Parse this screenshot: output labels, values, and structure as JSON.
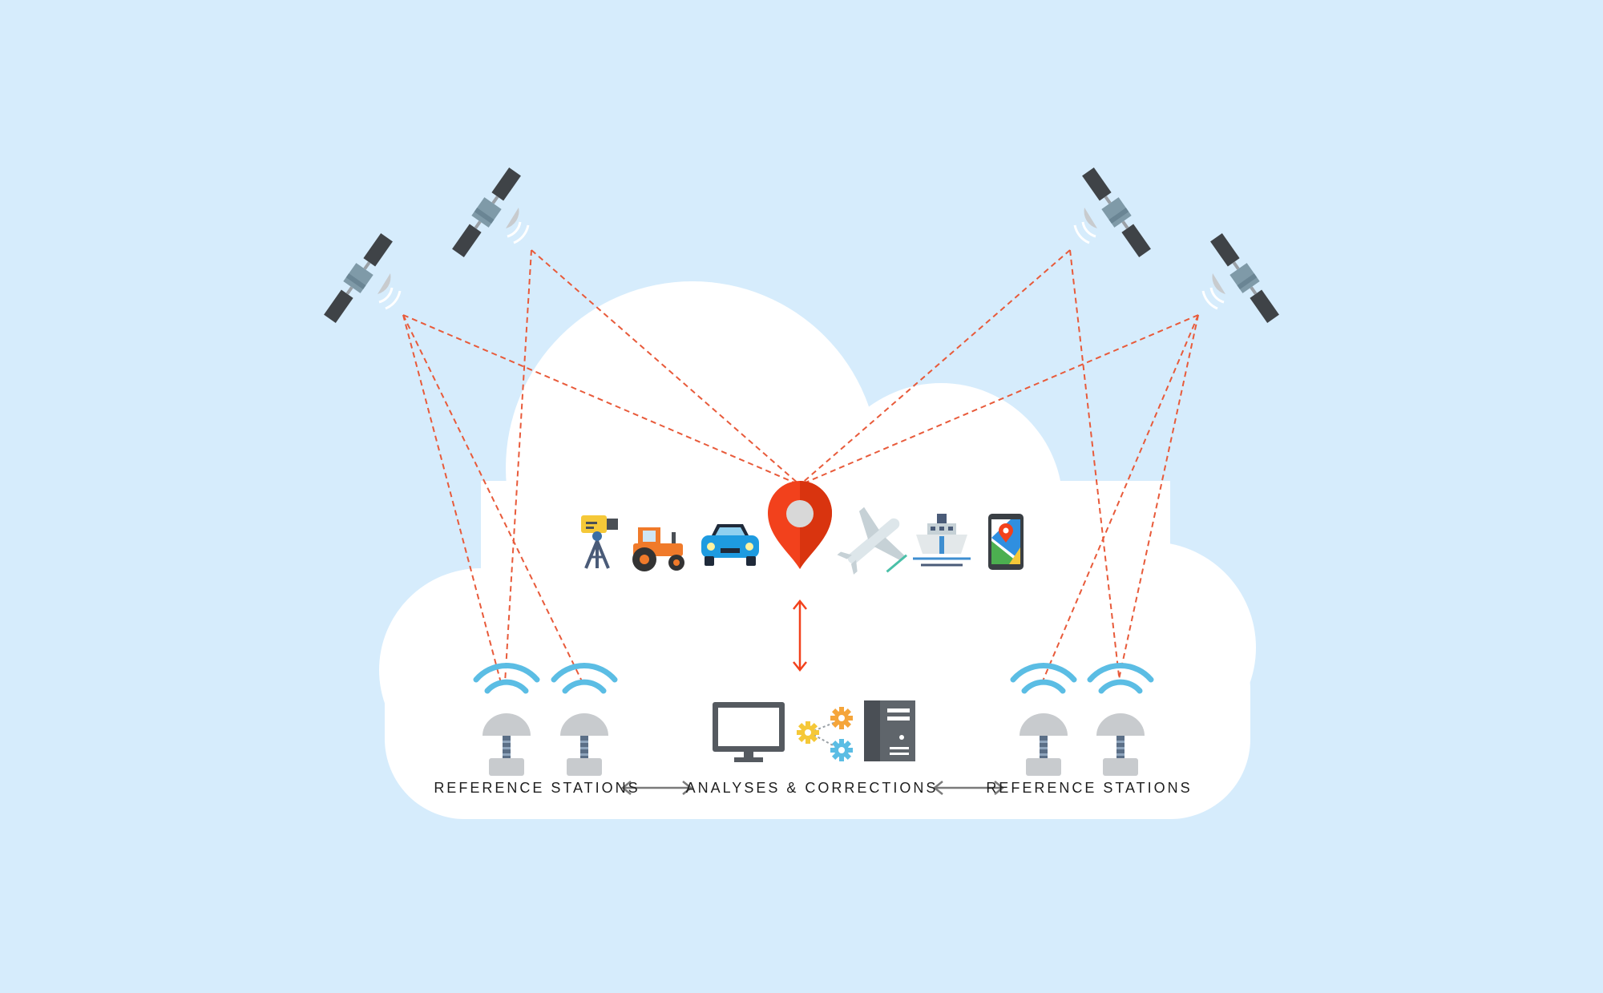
{
  "labels": {
    "left_stations": "REFERENCE STATIONS",
    "center": "ANALYSES & CORRECTIONS",
    "right_stations": "REFERENCE STATIONS"
  },
  "colors": {
    "background": "#d6ecfc",
    "cloud": "#ffffff",
    "signal_lines": "#e85a3a",
    "location_pin": "#f2411c",
    "wifi_waves": "#5bbde4",
    "arrows": "#7a7a7a",
    "label_text": "#1e1e1e"
  },
  "icons": {
    "satellites": [
      "satellite-icon",
      "satellite-icon",
      "satellite-icon",
      "satellite-icon"
    ],
    "devices": [
      "survey-camera-icon",
      "tractor-icon",
      "car-icon",
      "location-pin-icon",
      "airplane-icon",
      "ship-icon",
      "smartphone-map-icon"
    ],
    "center": [
      "monitor-icon",
      "gears-icon",
      "server-tower-icon"
    ],
    "stations": [
      "reference-station-icon",
      "reference-station-icon",
      "reference-station-icon",
      "reference-station-icon"
    ]
  }
}
